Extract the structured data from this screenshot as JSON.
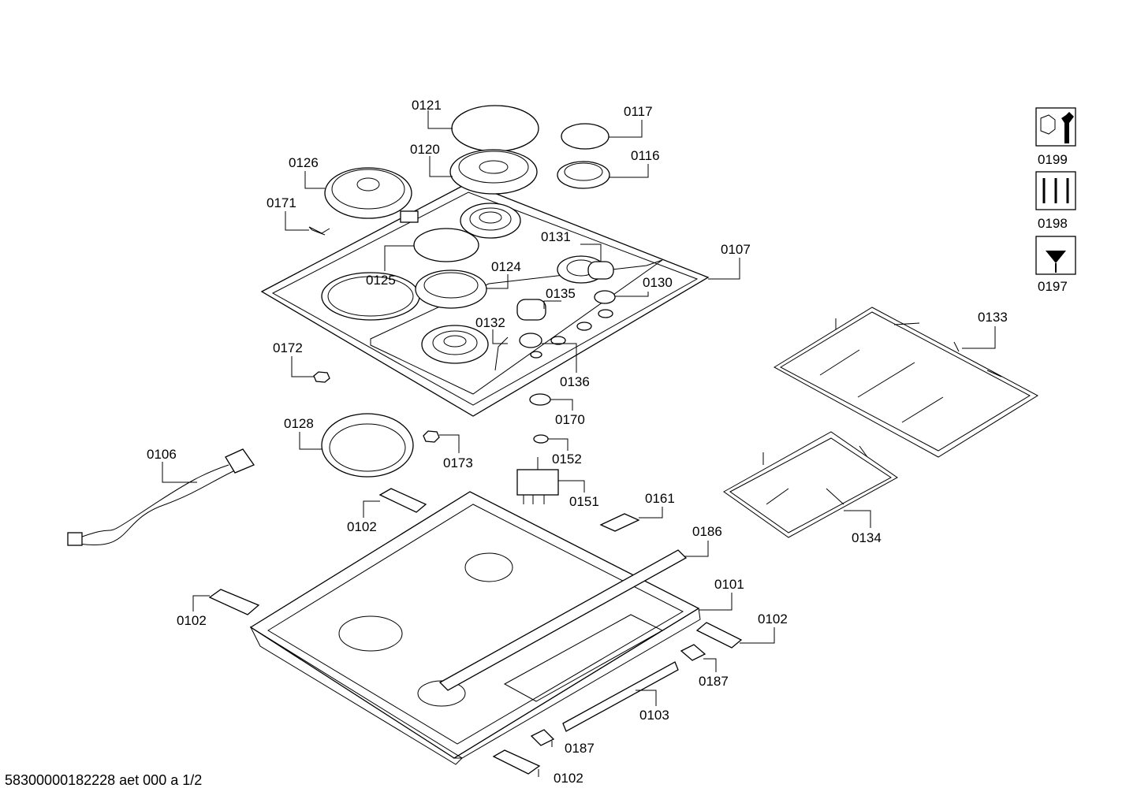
{
  "diagram": {
    "footer_text": "58300000182228 aet 000 a 1/2",
    "tool_icons": [
      {
        "label": "0199",
        "icon": "wrench-nut-icon"
      },
      {
        "label": "0198",
        "icon": "screws-icon"
      },
      {
        "label": "0197",
        "icon": "screwdriver-icon"
      }
    ],
    "callouts": {
      "c0121": "0121",
      "c0117": "0117",
      "c0120": "0120",
      "c0116": "0116",
      "c0126": "0126",
      "c0171": "0171",
      "c0131": "0131",
      "c0107": "0107",
      "c0125": "0125",
      "c0124": "0124",
      "c0130": "0130",
      "c0135": "0135",
      "c0132": "0132",
      "c0172": "0172",
      "c0136": "0136",
      "c0133": "0133",
      "c0170": "0170",
      "c0128": "0128",
      "c0173": "0173",
      "c0106": "0106",
      "c0152": "0152",
      "c0151": "0151",
      "c0161": "0161",
      "c0102a": "0102",
      "c0186": "0186",
      "c0134": "0134",
      "c0101": "0101",
      "c0102b": "0102",
      "c0102c": "0102",
      "c0187a": "0187",
      "c0103": "0103",
      "c0187b": "0187",
      "c0102d": "0102"
    }
  }
}
